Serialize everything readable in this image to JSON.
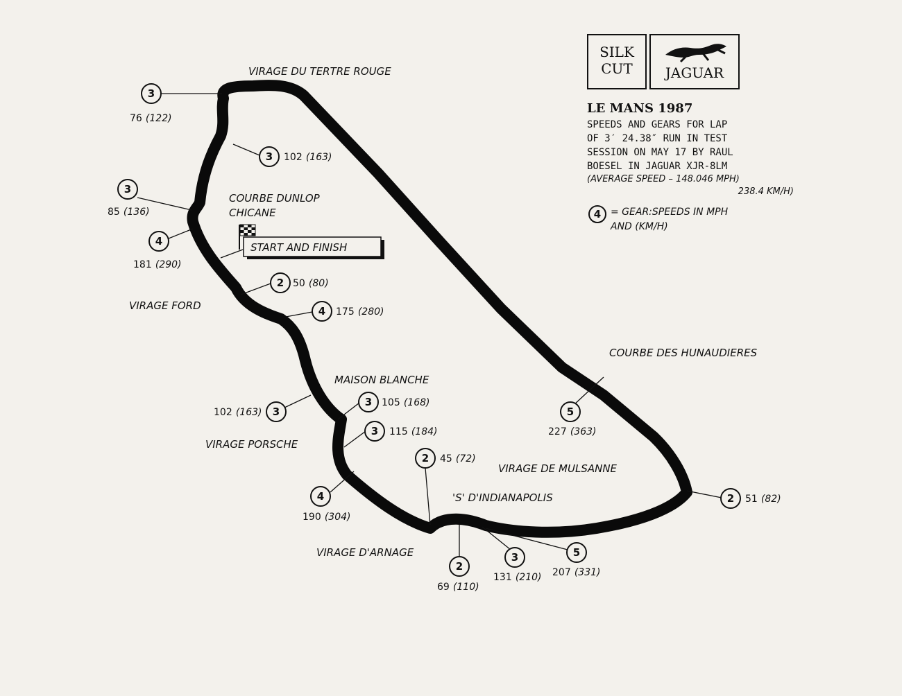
{
  "sponsor": {
    "silk_line1": "SILK",
    "silk_line2": "CUT",
    "jaguar": "JAGUAR",
    "jaguar_logo_icon": "leaping-cat-icon"
  },
  "info": {
    "title": "LE MANS 1987",
    "lines": [
      "SPEEDS AND GEARS FOR LAP",
      "OF 3′ 24.38″ RUN IN TEST",
      "SESSION ON MAY 17 BY RAUL",
      "BOESEL IN JAGUAR XJR-8LM"
    ],
    "average_line1": "(AVERAGE SPEED – 148.046 MPH)",
    "average_line2": "238.4 KM/H)",
    "legend_gear": "4",
    "legend_text": "= GEAR:SPEEDS IN MPH AND (KM/H)"
  },
  "start_finish": {
    "label": "START AND FINISH",
    "icon": "checkered-flag-icon"
  },
  "corners": [
    {
      "key": "tertre-rouge",
      "name": "VIRAGE DU TERTRE ROUGE"
    },
    {
      "key": "dunlop",
      "name": "COURBE DUNLOP CHICANE"
    },
    {
      "key": "ford",
      "name": "VIRAGE FORD"
    },
    {
      "key": "maison-blanche",
      "name": "MAISON BLANCHE"
    },
    {
      "key": "porsche",
      "name": "VIRAGE PORSCHE"
    },
    {
      "key": "arnage",
      "name": "VIRAGE D'ARNAGE"
    },
    {
      "key": "indianapolis",
      "name": "'S' D'INDIANAPOLIS"
    },
    {
      "key": "mulsanne",
      "name": "VIRAGE DE MULSANNE"
    },
    {
      "key": "hunaudieres",
      "name": "COURBE DES HUNAUDIERES"
    }
  ],
  "gear_points": [
    {
      "gear": "3",
      "mph": "76",
      "kmh": "(122)"
    },
    {
      "gear": "3",
      "mph": "102",
      "kmh": "(163)"
    },
    {
      "gear": "3",
      "mph": "85",
      "kmh": "(136)"
    },
    {
      "gear": "4",
      "mph": "181",
      "kmh": "(290)"
    },
    {
      "gear": "2",
      "mph": "50",
      "kmh": "(80)"
    },
    {
      "gear": "4",
      "mph": "175",
      "kmh": "(280)"
    },
    {
      "gear": "3",
      "mph": "105",
      "kmh": "(168)"
    },
    {
      "gear": "3",
      "mph": "102",
      "kmh": "(163)"
    },
    {
      "gear": "3",
      "mph": "115",
      "kmh": "(184)"
    },
    {
      "gear": "4",
      "mph": "190",
      "kmh": "(304)"
    },
    {
      "gear": "2",
      "mph": "45",
      "kmh": "(72)"
    },
    {
      "gear": "2",
      "mph": "69",
      "kmh": "(110)"
    },
    {
      "gear": "3",
      "mph": "131",
      "kmh": "(210)"
    },
    {
      "gear": "5",
      "mph": "207",
      "kmh": "(331)"
    },
    {
      "gear": "2",
      "mph": "51",
      "kmh": "(82)"
    },
    {
      "gear": "5",
      "mph": "227",
      "kmh": "(363)"
    }
  ]
}
